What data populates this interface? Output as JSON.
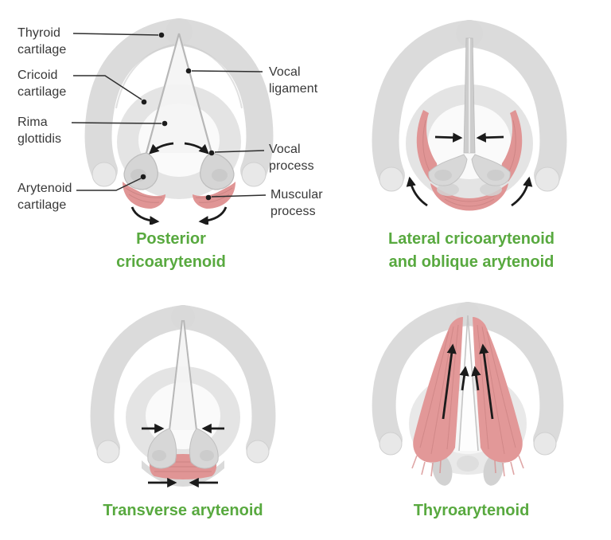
{
  "figure": {
    "type": "anatomy-diagram",
    "subject": "Intrinsic muscles of the larynx, superior view, four panels"
  },
  "colors": {
    "background": "#ffffff",
    "caption_green": "#58a93f",
    "label_gray": "#383838",
    "cartilage_light": "#d8d8d8",
    "cartilage_ring": "#e3e3e3",
    "muscle_pink": "#e09595",
    "muscle_striation": "#c67f7f",
    "arrow_black": "#1b1b1b"
  },
  "labels": {
    "thyroid": "Thyroid cartilage",
    "cricoid": "Cricoid cartilage",
    "rima": "Rima glottidis",
    "arytenoid": "Arytenoid cartilage",
    "vocal_ligament": "Vocal ligament",
    "vocal_process": "Vocal process",
    "muscular_process": "Muscular process"
  },
  "captions": {
    "posterior": [
      "Posterior",
      "cricoarytenoid"
    ],
    "lateral": [
      "Lateral cricoarytenoid",
      "and oblique arytenoid"
    ],
    "transverse": [
      "Transverse arytenoid"
    ],
    "thyroarytenoid": [
      "Thyroarytenoid"
    ]
  }
}
